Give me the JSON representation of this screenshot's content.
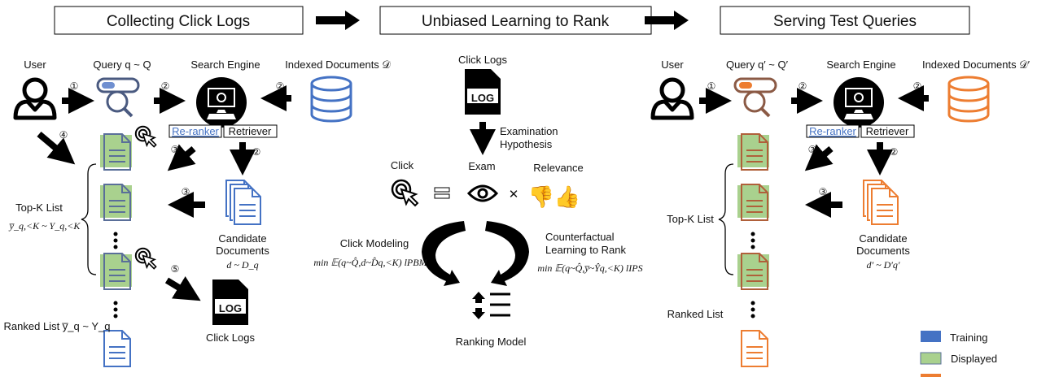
{
  "stages": {
    "collect": "Collecting Click Logs",
    "ultr": "Unbiased Learning to Rank",
    "serve": "Serving Test Queries"
  },
  "left": {
    "user": "User",
    "query": "Query q ~ Q",
    "engine": "Search Engine",
    "indexed": "Indexed Documents 𝒟",
    "reranker": "Re-ranker",
    "retriever": "Retriever",
    "candidate1": "Candidate",
    "candidate2": "Documents",
    "candidate_math": "d ~ D_q",
    "topk": "Top-K List",
    "topk_math": "y̅_q,<K ~ Y_q,<K",
    "ranked": "Ranked List y̅_q ~ Y_q",
    "clicklogs": "Click Logs",
    "log": "LOG",
    "steps": [
      "①",
      "②",
      "②",
      "②",
      "③",
      "③",
      "④",
      "⑤"
    ]
  },
  "middle": {
    "clicklogs": "Click Logs",
    "log": "LOG",
    "hyp1": "Examination",
    "hyp2": "Hypothesis",
    "click": "Click",
    "exam": "Exam",
    "relevance": "Relevance",
    "click_modeling": "Click Modeling",
    "cm_math": "min 𝔼(q~Q̂,d~D̂q,<K) lPBM",
    "cltr1": "Counterfactual",
    "cltr2": "Learning to Rank",
    "cltr_math": "min 𝔼(q~Q̂,y̅~Ŷq,<K) lIPS",
    "ranking_model": "Ranking Model"
  },
  "right": {
    "user": "User",
    "query": "Query q′ ~ Q′",
    "engine": "Search Engine",
    "indexed": "Indexed Documents 𝒟′",
    "reranker": "Re-ranker",
    "retriever": "Retriever",
    "candidate1": "Candidate",
    "candidate2": "Documents",
    "candidate_math": "d′ ~ D′q′",
    "topk": "Top-K List",
    "ranked": "Ranked List",
    "steps": [
      "①",
      "②",
      "②",
      "②",
      "③",
      "③"
    ]
  },
  "legend": [
    {
      "label": "Training",
      "color": "#4472c4"
    },
    {
      "label": "Displayed",
      "color": "#a9d18e"
    },
    {
      "label": "",
      "color": "#ed7d31"
    }
  ]
}
